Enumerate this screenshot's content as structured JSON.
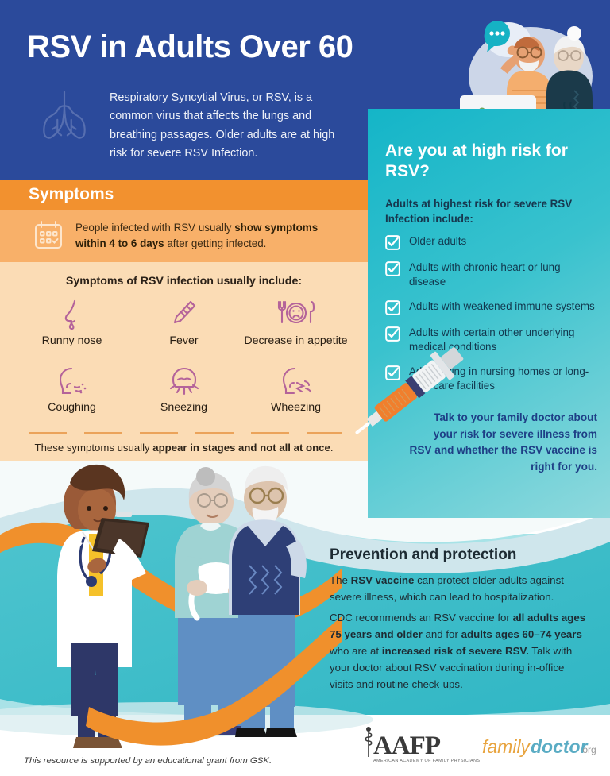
{
  "colors": {
    "header_blue": "#2b4a9b",
    "orange": "#f2912f",
    "orange_light": "#f8b069",
    "peach": "#fbdcb5",
    "teal": "#14b5c8",
    "teal_light": "#8fd9dd",
    "icon_mauve": "#b4639a",
    "talk_blue": "#1e3f86"
  },
  "header": {
    "title": "RSV in Adults Over 60",
    "intro": "Respiratory Syncytial Virus, or RSV, is a common virus that affects the lungs and breathing passages. Older adults are at high risk for severe RSV Infection.",
    "lungs_icon": "lungs-icon",
    "hero_illustration": "older-couple-at-laptop-illustration"
  },
  "symptoms": {
    "band_title": "Symptoms",
    "calendar_icon": "calendar-icon",
    "onset_text_pre": "People infected with RSV usually ",
    "onset_text_bold": "show symptoms within 4 to 6 days",
    "onset_text_post": " after getting infected.",
    "list_heading": "Symptoms of RSV infection usually include:",
    "items": [
      {
        "label": "Runny nose",
        "icon": "runny-nose-icon"
      },
      {
        "label": "Fever",
        "icon": "thermometer-icon"
      },
      {
        "label": "Decrease in appetite",
        "icon": "plate-sad-face-icon"
      },
      {
        "label": "Coughing",
        "icon": "coughing-head-icon"
      },
      {
        "label": "Sneezing",
        "icon": "sneezing-face-icon"
      },
      {
        "label": "Wheezing",
        "icon": "wheezing-head-icon"
      }
    ],
    "footnote_pre": "These symptoms usually ",
    "footnote_bold": "appear in stages and not all at once",
    "footnote_post": "."
  },
  "high_risk": {
    "title": "Are you at high risk for RSV?",
    "subtitle": "Adults at highest risk for severe RSV Infection include:",
    "checkbox_icon": "checkbox-checked-icon",
    "items": [
      "Older adults",
      "Adults with chronic heart or lung disease",
      "Adults with weakened immune systems",
      "Adults with certain other underlying medical conditions",
      "Adults living in nursing homes or long-term care facilities"
    ],
    "callout": "Talk to your family doctor about your risk for severe illness from RSV and whether the RSV vaccine is right for you.",
    "syringe_icon": "syringe-icon"
  },
  "prevention": {
    "title": "Prevention and protection",
    "p1_pre": "The ",
    "p1_bold": "RSV vaccine",
    "p1_post": " can protect older adults against severe illness, which can lead to hospitalization.",
    "p2_a": "CDC recommends an RSV vaccine for ",
    "p2_b1": "all adults ages 75 years and older",
    "p2_c": " and for ",
    "p2_b2": "adults ages 60–74 years",
    "p2_d": " who are at ",
    "p2_b3": "increased risk of severe RSV.",
    "p2_e": " Talk with your doctor about RSV vaccination during in-office visits and routine check-ups.",
    "illustration": "doctor-with-older-couple-illustration"
  },
  "footer": {
    "grant_note": "This resource is supported by an educational grant from GSK.",
    "logo_aafp": "AAFP",
    "logo_aafp_sub": "AMERICAN ACADEMY OF FAMILY PHYSICIANS",
    "logo_familydoctor_a": "family",
    "logo_familydoctor_b": "doctor",
    "logo_familydoctor_c": ".org"
  }
}
